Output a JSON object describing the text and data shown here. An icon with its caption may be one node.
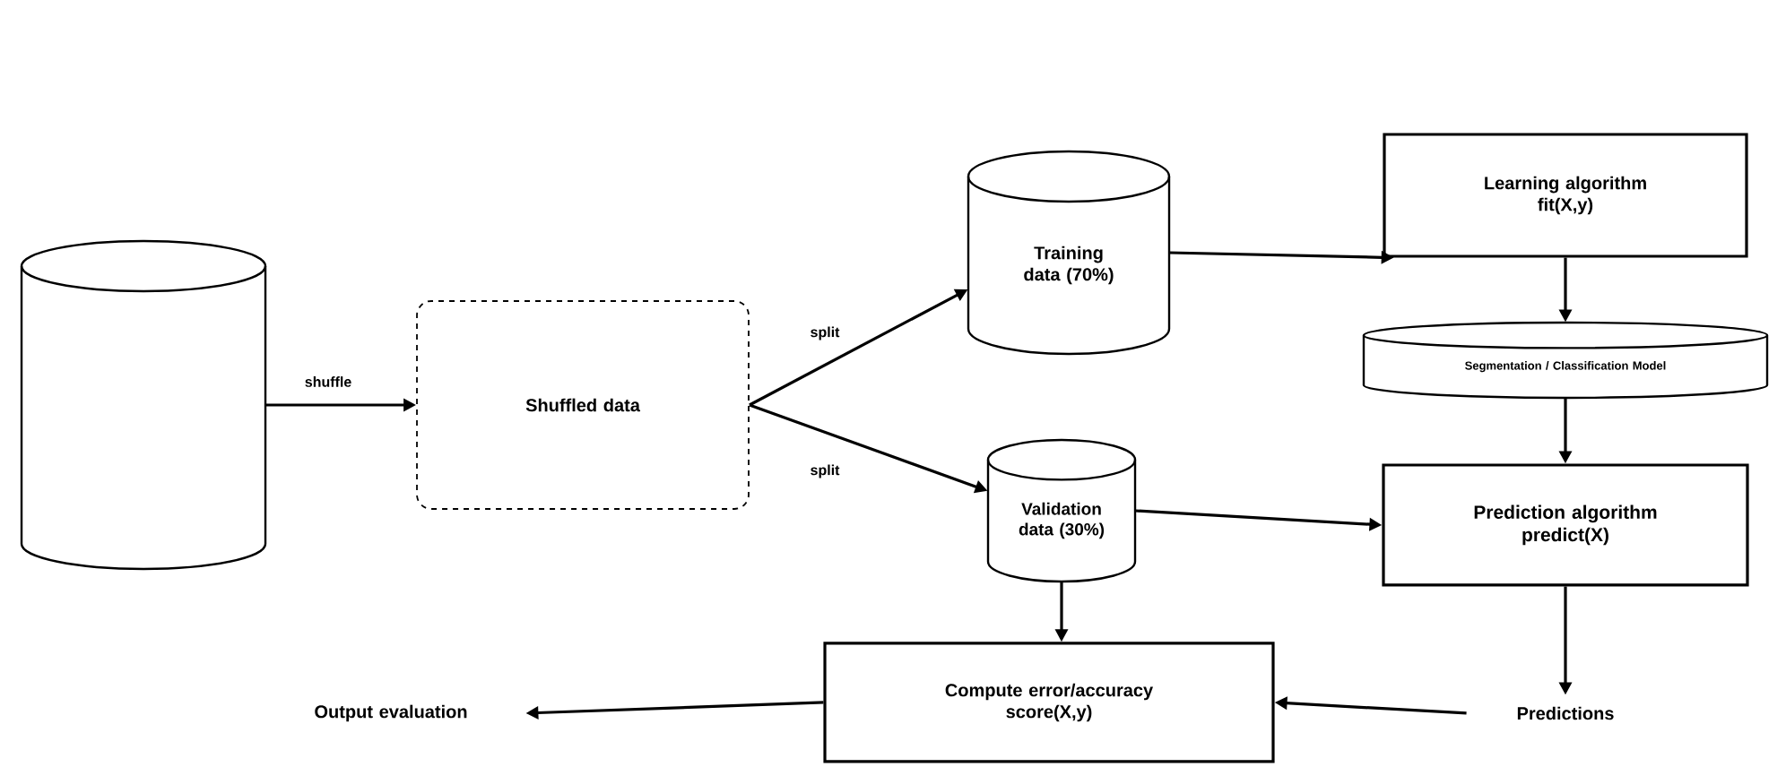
{
  "diagram": {
    "nodes": [
      {
        "text": [],
        "shape": "cylinder"
      },
      {
        "text": [
          "Shuffled data"
        ]
      },
      {
        "text": [
          "Training data (70%)"
        ]
      },
      {
        "text": [
          "Validation data (30%)"
        ]
      },
      {
        "text": [
          "Learning algorithm",
          "fit(X,y)"
        ]
      },
      {
        "text": [
          "Segmentation / Classification Model"
        ]
      },
      {
        "text": [
          "Prediction algorithm",
          "predict(X)"
        ]
      },
      {
        "text": [
          "Compute error/accuracy",
          "score(X,y)"
        ]
      },
      {
        "text": [
          "Predictions"
        ]
      },
      {
        "text": [
          "Output evaluation"
        ]
      }
    ],
    "edges": [
      {
        "from": 0,
        "to": 1,
        "arrow": "to",
        "label": "shuffle"
      },
      {
        "from": 1,
        "to": 2,
        "arrow": "to",
        "label": "split"
      },
      {
        "from": 1,
        "to": 3,
        "arrow": "to",
        "label": "split"
      },
      {
        "from": 2,
        "to": 4,
        "arrow": "to"
      },
      {
        "from": 4,
        "to": 5,
        "arrow": "to"
      },
      {
        "from": 5,
        "to": 6,
        "arrow": "to"
      },
      {
        "from": 3,
        "to": 6,
        "arrow": "to"
      },
      {
        "from": 3,
        "to": 7,
        "arrow": "to"
      },
      {
        "from": 6,
        "to": 8,
        "arrow": "to"
      },
      {
        "from": 8,
        "to": 7,
        "arrow": "to"
      },
      {
        "from": 7,
        "to": 9,
        "arrow": "to"
      }
    ]
  }
}
